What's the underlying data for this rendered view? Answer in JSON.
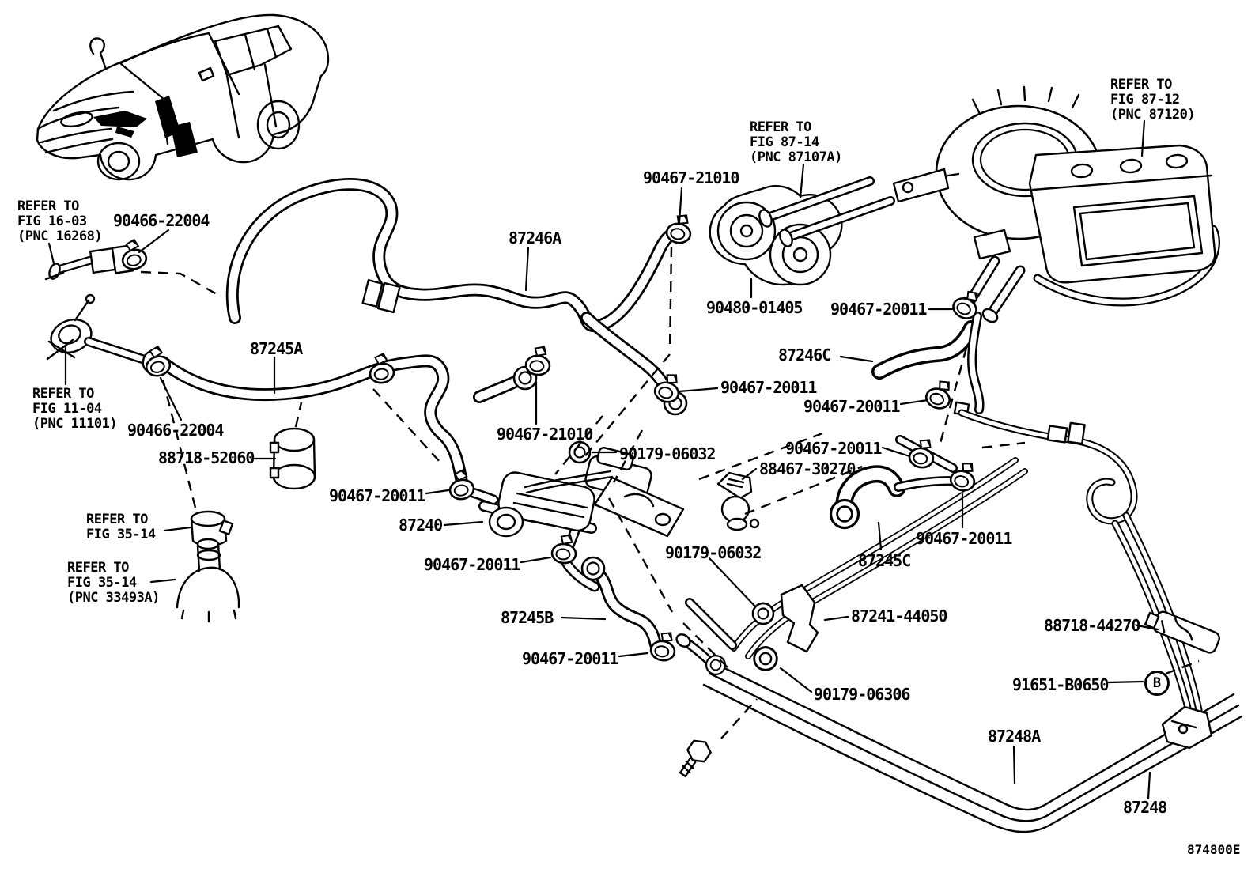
{
  "diagram": {
    "description": "heater piping parts diagram",
    "line_color": "#000000",
    "background": "#ffffff"
  },
  "footer": {
    "diagram_code": "874800E"
  },
  "callouts": [
    {
      "name": "note-refer-fig-16-03",
      "text": "REFER TO\nFIG 16-03\n(PNC 16268)"
    },
    {
      "name": "part-90466-22004-a",
      "text": "90466-22004"
    },
    {
      "name": "part-90467-21010-a",
      "text": "90467-21010"
    },
    {
      "name": "note-refer-fig-87-14",
      "text": "REFER TO\nFIG 87-14\n(PNC 87107A)"
    },
    {
      "name": "note-refer-fig-87-12",
      "text": "REFER TO\nFIG 87-12\n(PNC 87120)"
    },
    {
      "name": "part-87246A",
      "text": "87246A"
    },
    {
      "name": "part-90480-01405",
      "text": "90480-01405"
    },
    {
      "name": "part-90467-20011-a",
      "text": "90467-20011"
    },
    {
      "name": "part-87246C",
      "text": "87246C"
    },
    {
      "name": "part-90467-20011-b",
      "text": "90467-20011"
    },
    {
      "name": "part-90467-20011-c",
      "text": "90467-20011"
    },
    {
      "name": "part-87245A",
      "text": "87245A"
    },
    {
      "name": "note-refer-fig-11-04",
      "text": "REFER TO\nFIG 11-04\n(PNC 11101)"
    },
    {
      "name": "part-90466-22004-b",
      "text": "90466-22004"
    },
    {
      "name": "part-88718-52060",
      "text": "88718-52060"
    },
    {
      "name": "part-90467-21010-b",
      "text": "90467-21010"
    },
    {
      "name": "part-90179-06032-a",
      "text": "90179-06032"
    },
    {
      "name": "part-90467-20011-d",
      "text": "90467-20011"
    },
    {
      "name": "part-88467-30270",
      "text": "88467-30270"
    },
    {
      "name": "part-90467-20011-e",
      "text": "90467-20011"
    },
    {
      "name": "part-87240",
      "text": "87240"
    },
    {
      "name": "note-refer-fig-35-14",
      "text": "REFER TO\nFIG 35-14"
    },
    {
      "name": "part-90467-20011-f",
      "text": "90467-20011"
    },
    {
      "name": "part-90179-06032-b",
      "text": "90179-06032"
    },
    {
      "name": "note-refer-fig-35-14-pnc",
      "text": "REFER TO\nFIG 35-14\n(PNC 33493A)"
    },
    {
      "name": "part-90467-20011-g",
      "text": "90467-20011"
    },
    {
      "name": "part-87245C",
      "text": "87245C"
    },
    {
      "name": "part-87245B",
      "text": "87245B"
    },
    {
      "name": "part-87241-44050",
      "text": "87241-44050"
    },
    {
      "name": "part-88718-44270",
      "text": "88718-44270"
    },
    {
      "name": "part-90467-20011-h",
      "text": "90467-20011"
    },
    {
      "name": "part-90179-06306",
      "text": "90179-06306"
    },
    {
      "name": "part-91651-B0650",
      "text": "91651-B0650"
    },
    {
      "name": "marker-B",
      "text": "B"
    },
    {
      "name": "part-87248A",
      "text": "87248A"
    },
    {
      "name": "part-87248",
      "text": "87248"
    }
  ]
}
